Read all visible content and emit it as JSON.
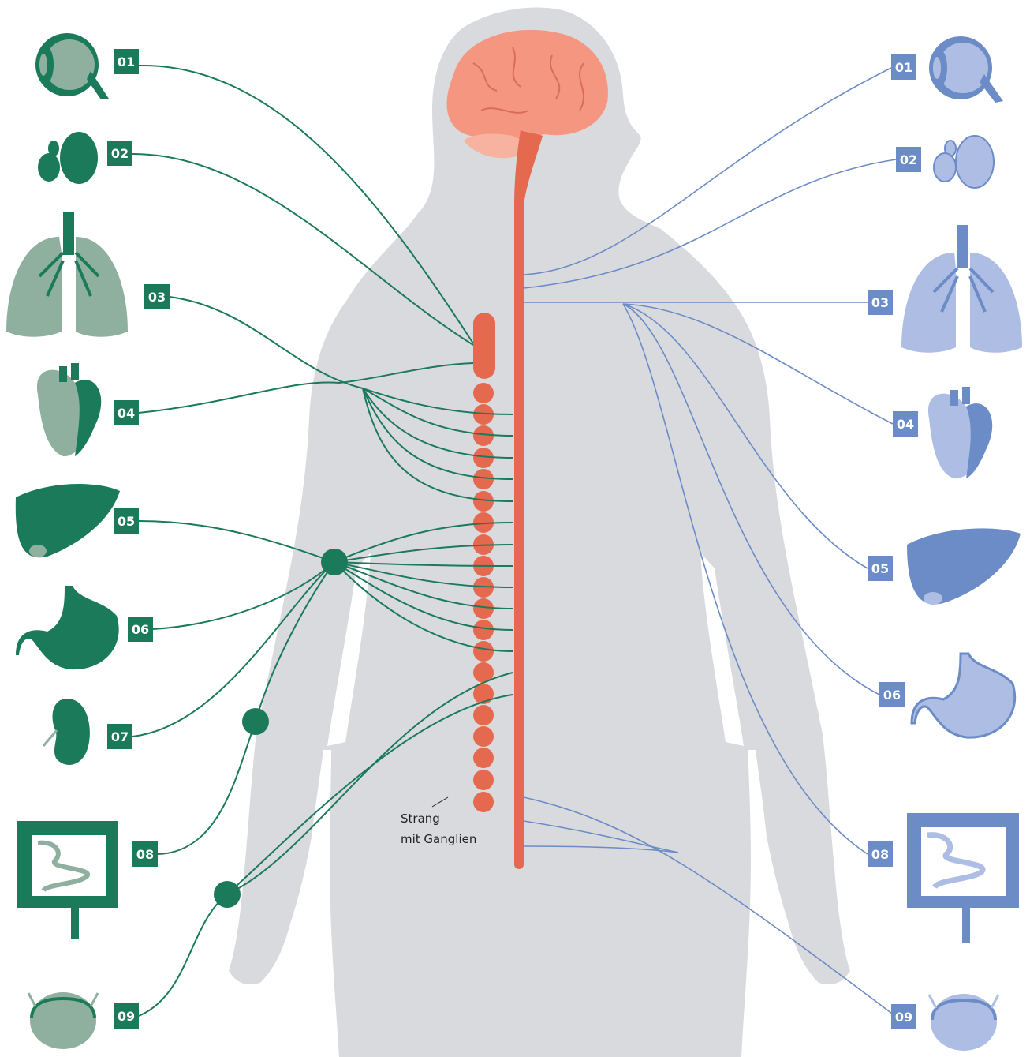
{
  "colors": {
    "left": "#1b7a5a",
    "left_light": "#8fb09f",
    "right": "#6b8cc7",
    "right_light": "#aebde3",
    "spine": "#e5694f",
    "brain": "#f49680",
    "body": "#d9dadd"
  },
  "annotation": {
    "line1": "Strang",
    "line2": "mit Ganglien"
  },
  "left_labels": [
    "01",
    "02",
    "03",
    "04",
    "05",
    "06",
    "07",
    "08",
    "09"
  ],
  "right_labels": [
    "01",
    "02",
    "03",
    "04",
    "05",
    "06",
    "08",
    "09"
  ],
  "left_icons": [
    "eye-icon",
    "salivary-gland-icon",
    "lungs-icon",
    "heart-icon",
    "liver-icon",
    "stomach-icon",
    "kidney-icon",
    "intestine-icon",
    "bladder-icon"
  ],
  "right_icons": [
    "eye-icon",
    "salivary-gland-icon",
    "lungs-icon",
    "heart-icon",
    "liver-icon",
    "stomach-icon",
    "intestine-icon",
    "bladder-icon"
  ]
}
